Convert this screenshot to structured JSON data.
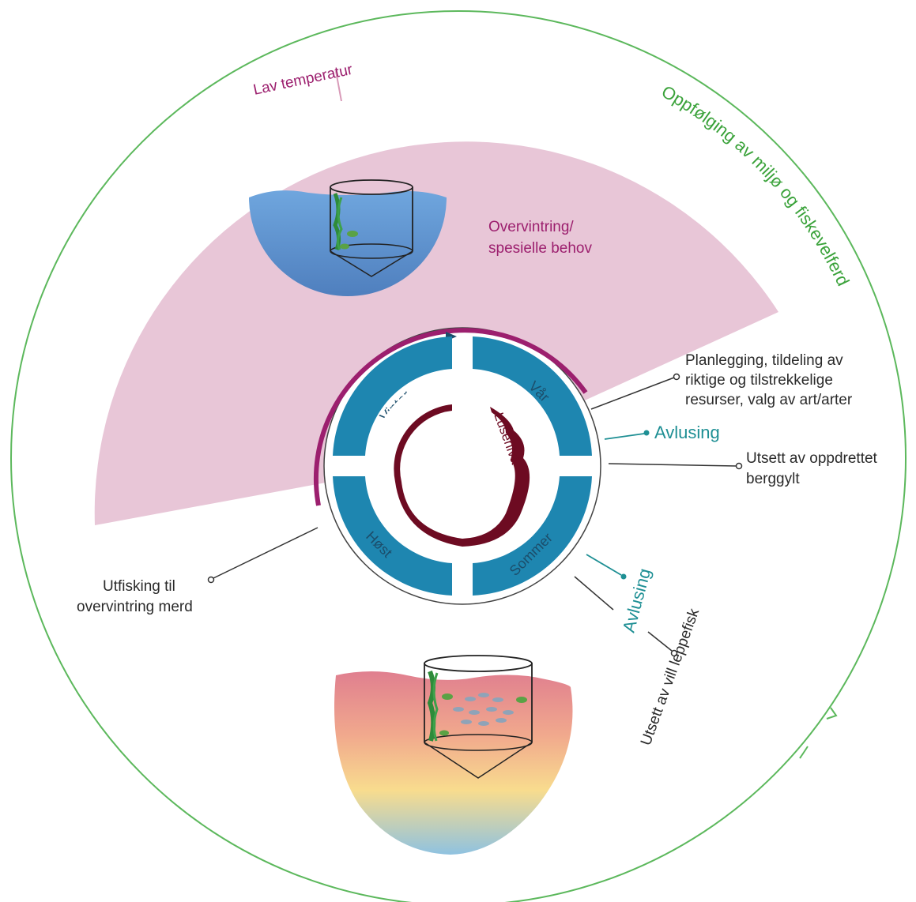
{
  "outer_ring_title": "Oppfølging av miljø og fiskevelferd",
  "low_temp_label": "Lav temperatur",
  "overwinter_label_line1": "Overvintring/",
  "overwinter_label_line2": "spesielle behov",
  "seasons": {
    "var": "Vår",
    "sommer": "Sommer",
    "host": "Høst",
    "vinter": "Vinter"
  },
  "lice_level_label": "Lusenivå",
  "events": {
    "planning_line1": "Planlegging, tildeling av",
    "planning_line2": "riktige og tilstrekkelige",
    "planning_line3": "resurser, valg av art/arter",
    "delousing_spring": "Avlusing",
    "release_farmed_line1": "Utsett av oppdrettet",
    "release_farmed_line2": "berggylt",
    "delousing_summer": "Avlusing",
    "release_wild": "Utsett av vill leppefisk",
    "fishing_out_line1": "Utfisking til",
    "fishing_out_line2": "overvintring merd"
  },
  "colors": {
    "outer_ring": "#5cb85c",
    "low_temp_sector": "#e8c6d7",
    "season_blocks": "#1e86b0",
    "lice_curve": "#6d0b22",
    "winter_arc": "#9c1f6e",
    "cold_water": "#5b90cf",
    "teal_events": "#1e8f94",
    "kelp": "#2e8b3a"
  }
}
